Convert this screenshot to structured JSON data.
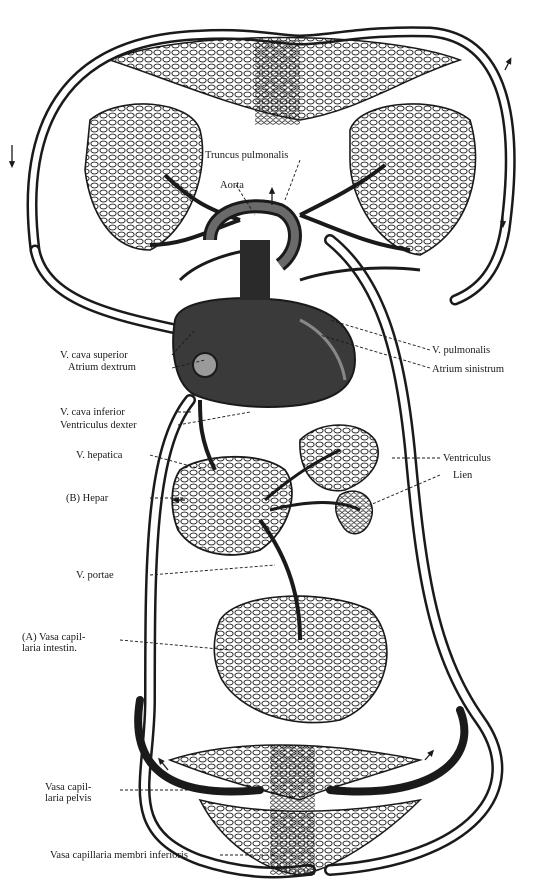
{
  "labels": {
    "truncus_pulmonalis": "Truncus pulmonalis",
    "aorta": "Aorta",
    "v_cava_superior": "V. cava superior",
    "atrium_dextrum": "Atrium dextrum",
    "v_pulmonalis": "V. pulmonalis",
    "atrium_sinistrum": "Atrium sinistrum",
    "v_cava_inferior": "V. cava inferior",
    "ventriculus_dexter": "Ventriculus dexter",
    "v_hepatica": "V. hepatica",
    "ventriculus": "Ventriculus",
    "lien": "Lien",
    "hepar": "(B) Hepar",
    "v_portae": "V. portae",
    "vasa_capillaria_intestin": "(A) Vasa capil-\nlaria intestin.",
    "vasa_capillaria_pelvis": "Vasa capil-\nlaria pelvis",
    "vasa_capillaria_membri_inferioris": "Vasa capillaria membri inferioris"
  },
  "colors": {
    "ink": "#1a1a1a",
    "paper": "#ffffff"
  }
}
